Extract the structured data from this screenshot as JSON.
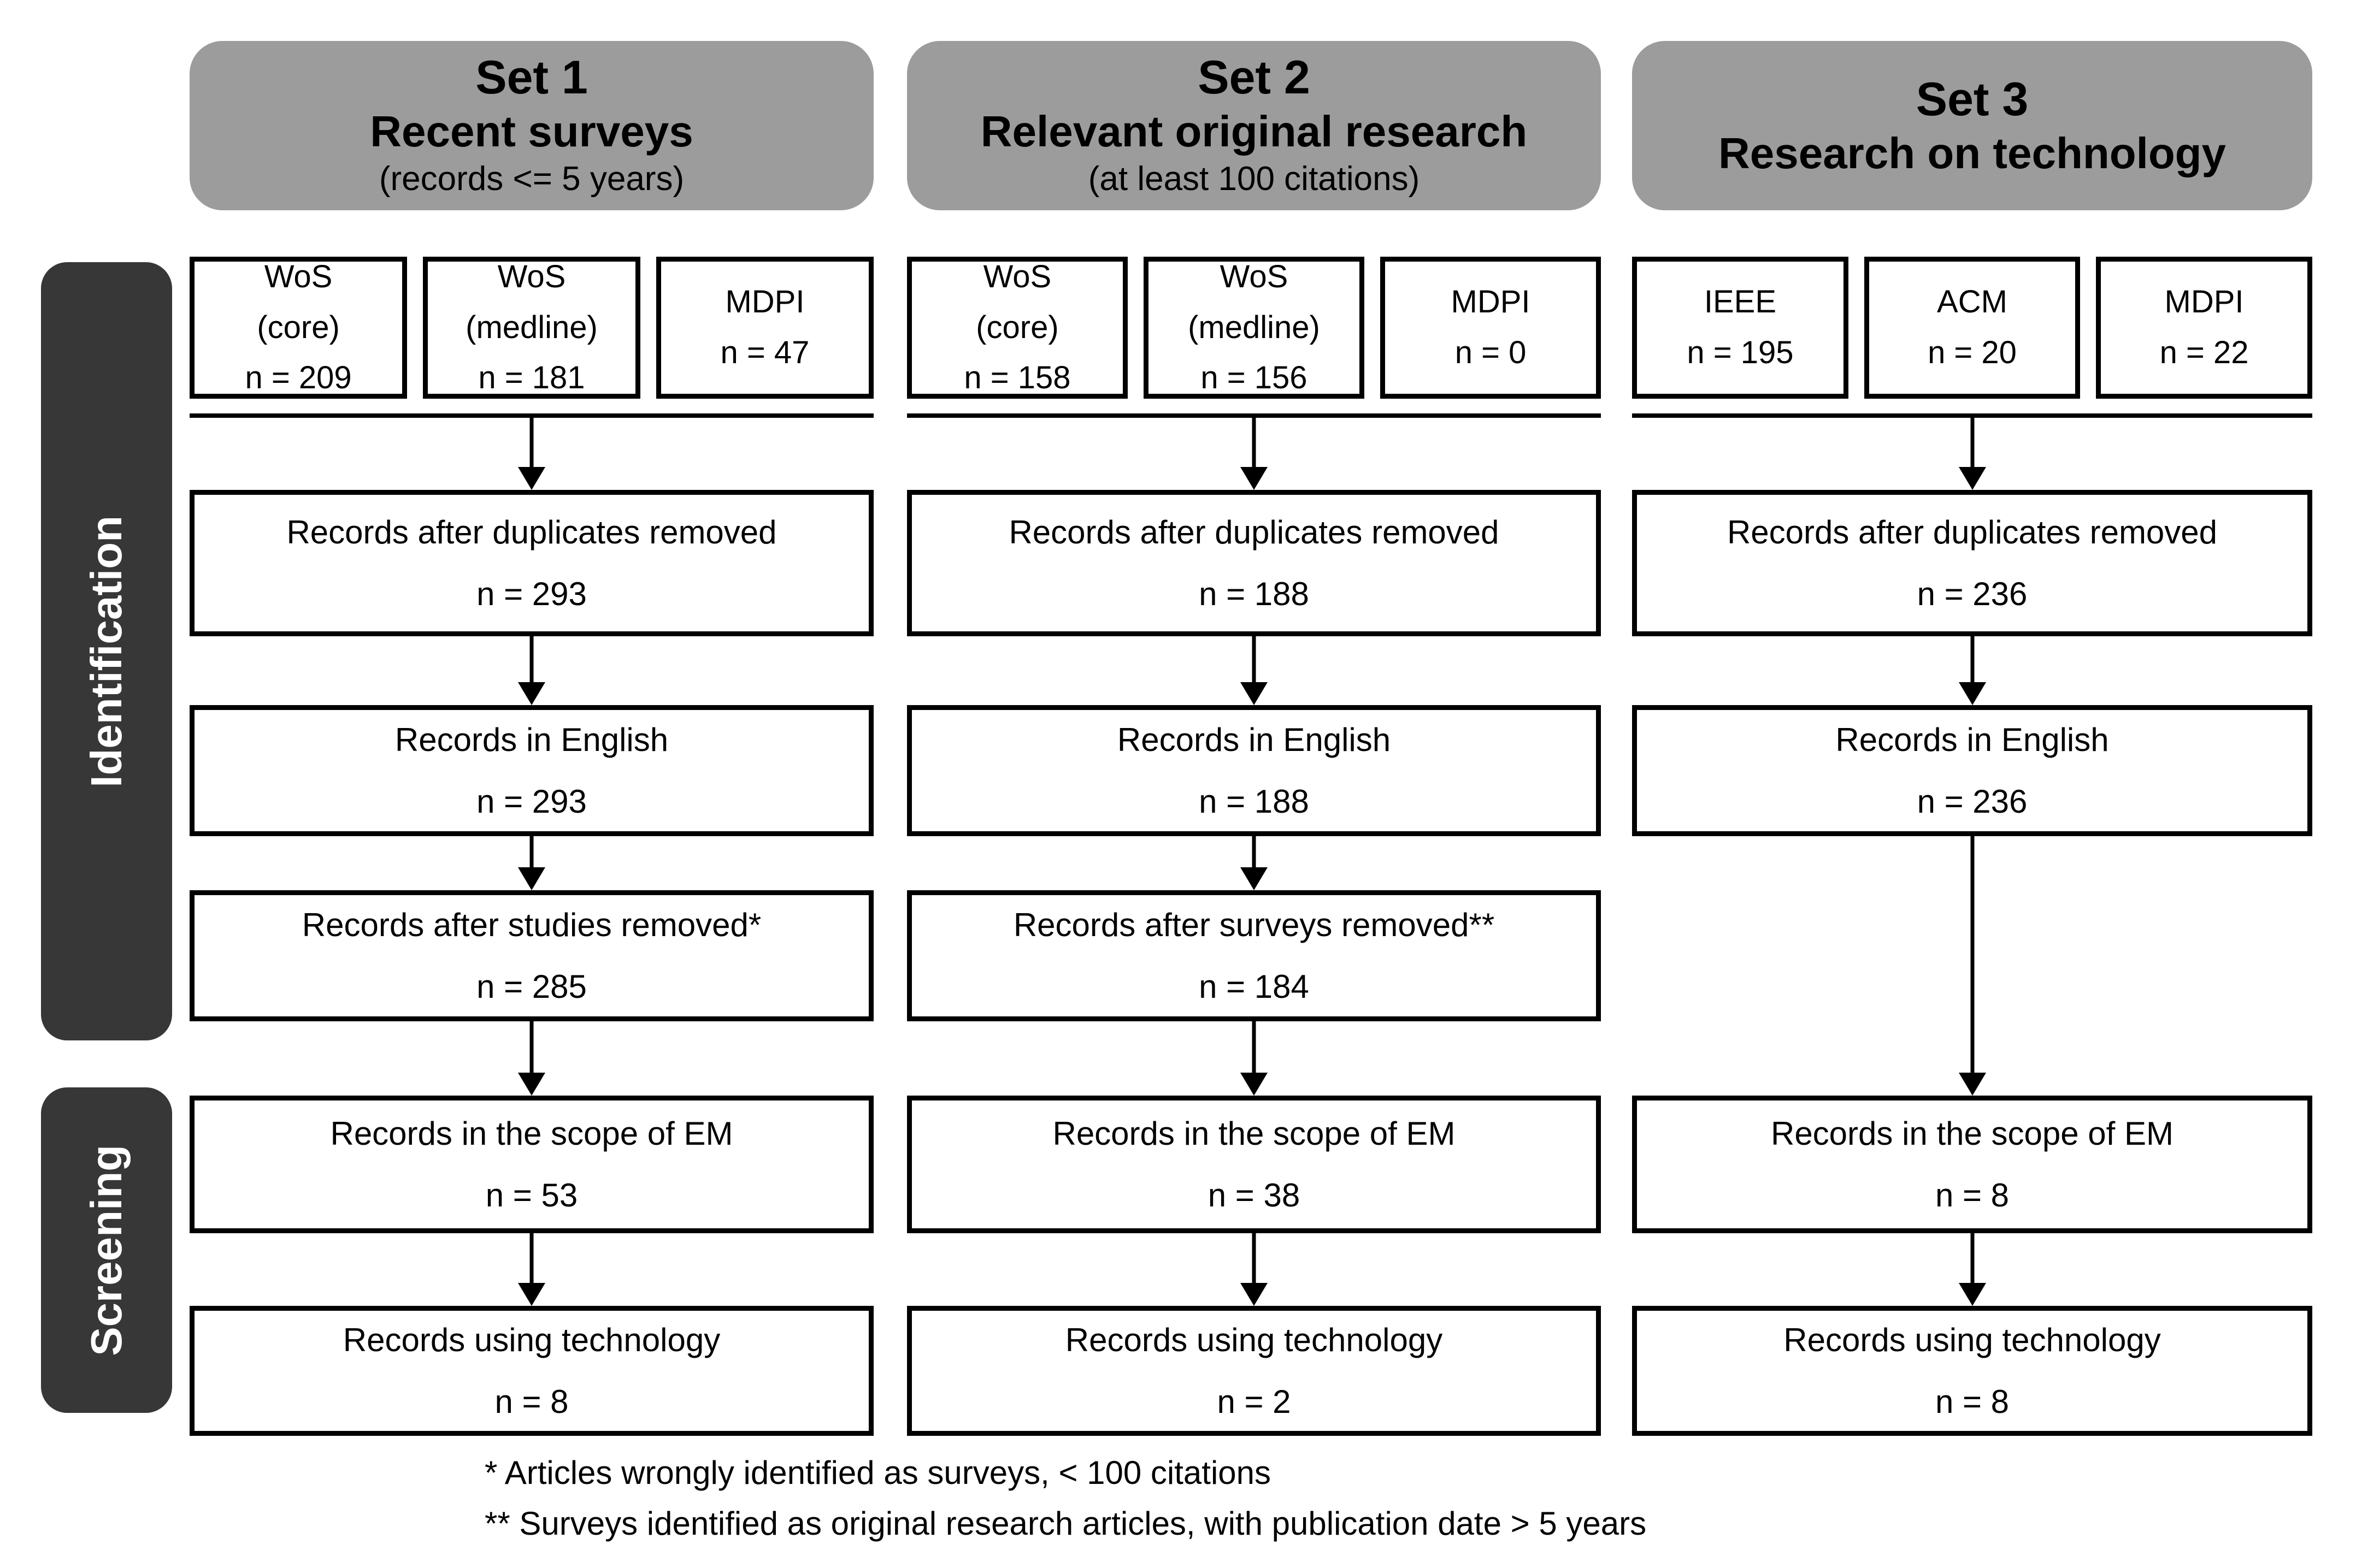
{
  "colors": {
    "header_bg": "#9c9c9c",
    "rail_bg": "#373737",
    "box_border": "#000000",
    "background": "#ffffff"
  },
  "side_labels": {
    "identification": "Identification",
    "screening": "Screening"
  },
  "columns": [
    {
      "header": {
        "title": "Set 1",
        "subtitle": "Recent surveys",
        "note": "(records <= 5 years)"
      },
      "sources": [
        {
          "line1": "WoS",
          "line2": "(core)",
          "count": "n = 209"
        },
        {
          "line1": "WoS",
          "line2": "(medline)",
          "count": "n = 181"
        },
        {
          "line1": "MDPI",
          "line2": "",
          "count": "n = 47"
        }
      ],
      "steps": [
        {
          "label": "Records after duplicates removed",
          "count": "n = 293"
        },
        {
          "label": "Records in English",
          "count": "n = 293"
        },
        {
          "label": "Records after studies removed*",
          "count": "n = 285"
        },
        {
          "label": "Records in the scope of EM",
          "count": "n = 53"
        },
        {
          "label": "Records using technology",
          "count": "n = 8"
        }
      ]
    },
    {
      "header": {
        "title": "Set 2",
        "subtitle": "Relevant original research",
        "note": "(at least 100 citations)"
      },
      "sources": [
        {
          "line1": "WoS",
          "line2": "(core)",
          "count": "n = 158"
        },
        {
          "line1": "WoS",
          "line2": "(medline)",
          "count": "n = 156"
        },
        {
          "line1": "MDPI",
          "line2": "",
          "count": "n = 0"
        }
      ],
      "steps": [
        {
          "label": "Records after duplicates removed",
          "count": "n = 188"
        },
        {
          "label": "Records in English",
          "count": "n = 188"
        },
        {
          "label": "Records after surveys removed**",
          "count": "n = 184"
        },
        {
          "label": "Records in the scope of EM",
          "count": "n = 38"
        },
        {
          "label": "Records using technology",
          "count": "n = 2"
        }
      ]
    },
    {
      "header": {
        "title": "Set 3",
        "subtitle": "Research on technology",
        "note": ""
      },
      "sources": [
        {
          "line1": "IEEE",
          "line2": "",
          "count": "n = 195"
        },
        {
          "line1": "ACM",
          "line2": "",
          "count": "n = 20"
        },
        {
          "line1": "MDPI",
          "line2": "",
          "count": "n = 22"
        }
      ],
      "steps": [
        {
          "label": "Records after duplicates removed",
          "count": "n = 236"
        },
        {
          "label": "Records in English",
          "count": "n = 236"
        },
        null,
        {
          "label": "Records in the scope of EM",
          "count": "n = 8"
        },
        {
          "label": "Records using technology",
          "count": "n = 8"
        }
      ]
    }
  ],
  "footnotes": [
    "* Articles wrongly identified as surveys, < 100 citations",
    "** Surveys identified as original research articles, with publication date > 5 years"
  ]
}
